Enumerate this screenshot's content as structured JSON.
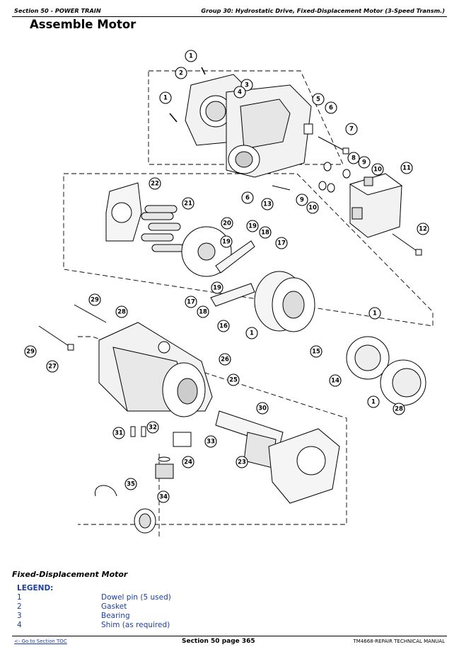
{
  "header": {
    "section": "Section 50 - POWER TRAIN",
    "group": "Group 30: Hydrostatic Drive, Fixed-Displacement Motor (3-Speed Transm.)"
  },
  "page_title": "Assemble Motor",
  "caption": "Fixed-Displacement Motor",
  "legend": {
    "title": "LEGEND:",
    "items": [
      {
        "num": "1",
        "desc": "Dowel pin (5 used)"
      },
      {
        "num": "2",
        "desc": "Gasket"
      },
      {
        "num": "3",
        "desc": "Bearing"
      },
      {
        "num": "4",
        "desc": "Shim (as required)"
      }
    ]
  },
  "footer": {
    "toc_link": "<- Go to Section TOC",
    "page": "Section 50 page 365",
    "manual": "TM4668-REPAIR TECHNICAL MANUAL"
  },
  "callouts": [
    "1",
    "2",
    "3",
    "4",
    "1",
    "5",
    "6",
    "7",
    "8",
    "9",
    "10",
    "11",
    "6",
    "13",
    "9",
    "10",
    "12",
    "22",
    "21",
    "20",
    "19",
    "18",
    "19",
    "17",
    "19",
    "18",
    "17",
    "16",
    "1",
    "1",
    "15",
    "14",
    "1",
    "28",
    "29",
    "28",
    "29",
    "27",
    "26",
    "25",
    "30",
    "31",
    "32",
    "33",
    "24",
    "23",
    "35",
    "34"
  ]
}
